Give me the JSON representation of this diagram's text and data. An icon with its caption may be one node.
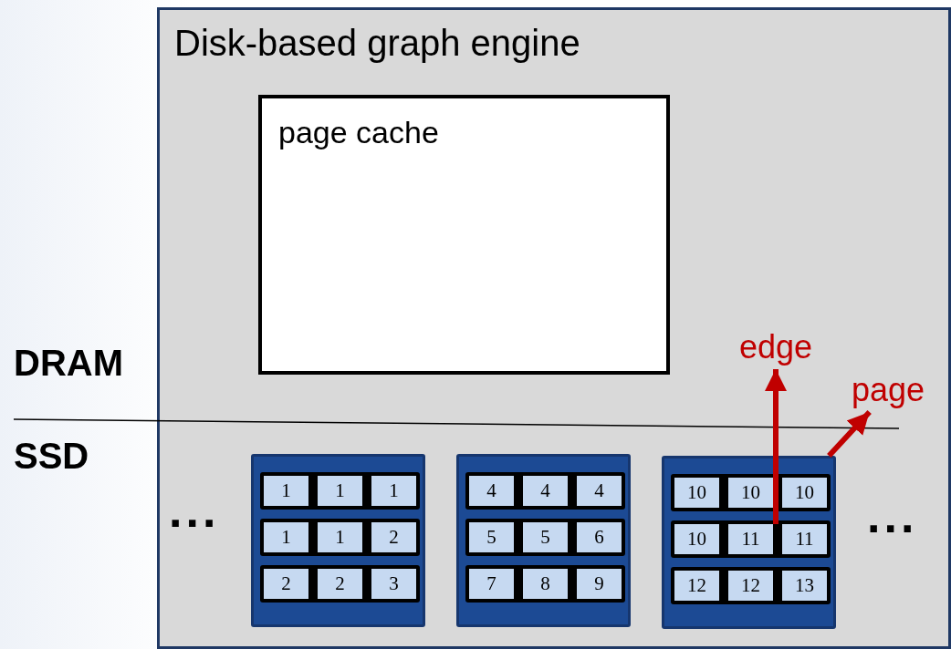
{
  "diagram": {
    "nodes": [
      {
        "text": [
          "Disk-based graph engine"
        ]
      },
      {
        "text": [
          "page cache"
        ],
        "in": 0
      },
      {
        "text": [
          "edge"
        ],
        "in": 0
      },
      {
        "text": [
          "page"
        ],
        "in": 0
      },
      {
        "text": [],
        "shape": "box",
        "in": 0
      },
      {
        "text": [],
        "shape": "box",
        "in": 4
      },
      {
        "text": [
          "1"
        ],
        "in": 5
      },
      {
        "text": [
          "1"
        ],
        "in": 5
      },
      {
        "text": [
          "1"
        ],
        "in": 5
      },
      {
        "text": [],
        "shape": "box",
        "in": 4
      },
      {
        "text": [
          "1"
        ],
        "in": 9
      },
      {
        "text": [
          "1"
        ],
        "in": 9
      },
      {
        "text": [
          "2"
        ],
        "in": 9
      },
      {
        "text": [],
        "shape": "box",
        "in": 4
      },
      {
        "text": [
          "2"
        ],
        "in": 13
      },
      {
        "text": [
          "2"
        ],
        "in": 13
      },
      {
        "text": [
          "3"
        ],
        "in": 13
      },
      {
        "text": [],
        "shape": "box",
        "in": 0
      },
      {
        "text": [],
        "shape": "box",
        "in": 17
      },
      {
        "text": [
          "4"
        ],
        "in": 18
      },
      {
        "text": [
          "4"
        ],
        "in": 18
      },
      {
        "text": [
          "4"
        ],
        "in": 18
      },
      {
        "text": [],
        "shape": "box",
        "in": 17
      },
      {
        "text": [
          "5"
        ],
        "in": 22
      },
      {
        "text": [
          "5"
        ],
        "in": 22
      },
      {
        "text": [
          "6"
        ],
        "in": 22
      },
      {
        "text": [],
        "shape": "box",
        "in": 17
      },
      {
        "text": [
          "7"
        ],
        "in": 26
      },
      {
        "text": [
          "8"
        ],
        "in": 26
      },
      {
        "text": [
          "9"
        ],
        "in": 26
      },
      {
        "text": [],
        "shape": "box",
        "in": 0
      },
      {
        "text": [],
        "shape": "box",
        "in": 30
      },
      {
        "text": [
          "10"
        ],
        "in": 31
      },
      {
        "text": [
          "10"
        ],
        "in": 31
      },
      {
        "text": [
          "10"
        ],
        "in": 31
      },
      {
        "text": [],
        "shape": "box",
        "in": 30
      },
      {
        "text": [
          "10"
        ],
        "in": 35
      },
      {
        "text": [
          "11"
        ],
        "in": 35
      },
      {
        "text": [
          "11"
        ],
        "in": 35
      },
      {
        "text": [],
        "shape": "box",
        "in": 30
      },
      {
        "text": [
          "12"
        ],
        "in": 39
      },
      {
        "text": [
          "12"
        ],
        "in": 39
      },
      {
        "text": [
          "13"
        ],
        "in": 39
      }
    ],
    "edges": [
      {
        "from": 37,
        "to": 2,
        "arrow": "to",
        "color": "#c00000"
      },
      {
        "from": 30,
        "to": 3,
        "arrow": "to",
        "color": "#c00000"
      }
    ],
    "labels": [
      "DRAM",
      "SSD",
      "...",
      "..."
    ]
  }
}
